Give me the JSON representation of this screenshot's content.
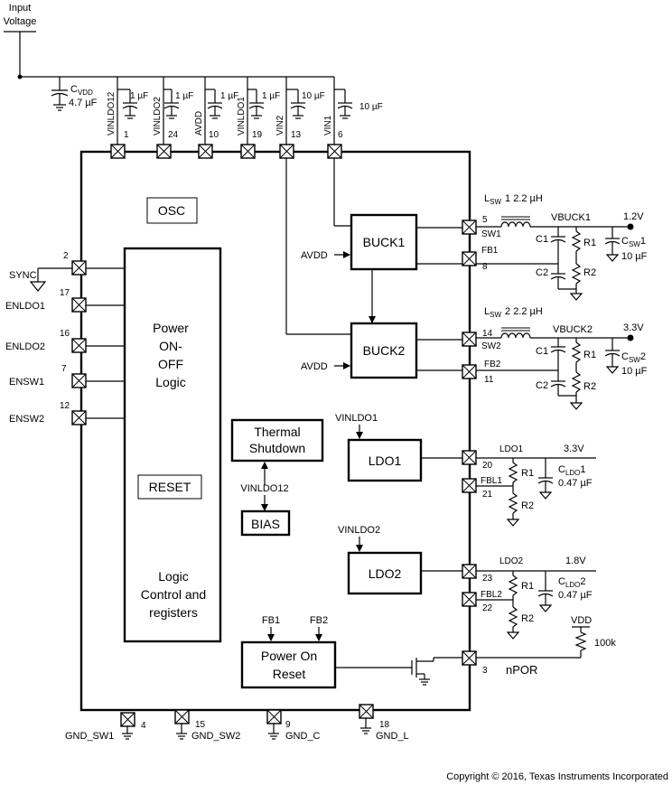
{
  "input": {
    "label_line1": "Input",
    "label_line2": "Voltage"
  },
  "cvdd": {
    "name": "C",
    "sub": "VDD",
    "value": "4.7 µF"
  },
  "top_pins": [
    {
      "name": "VINLDO12",
      "num": "1",
      "cap": "1 µF"
    },
    {
      "name": "VINLDO2",
      "num": "24",
      "cap": "1 µF"
    },
    {
      "name": "AVDD",
      "num": "10",
      "cap": "1 µF"
    },
    {
      "name": "VINLDO1",
      "num": "19",
      "cap": "1 µF"
    },
    {
      "name": "VIN2",
      "num": "13",
      "cap": "10 µF"
    },
    {
      "name": "VIN1",
      "num": "6",
      "cap": "10 µF"
    }
  ],
  "left_pins": [
    {
      "name": "SYNC",
      "num": "2"
    },
    {
      "name": "ENLDO1",
      "num": "17"
    },
    {
      "name": "ENLDO2",
      "num": "16"
    },
    {
      "name": "ENSW1",
      "num": "7"
    },
    {
      "name": "ENSW2",
      "num": "12"
    }
  ],
  "blocks": {
    "osc": "OSC",
    "power_logic": [
      "Power",
      "ON-",
      "OFF",
      "Logic"
    ],
    "reset": "RESET",
    "logic_control": [
      "Logic",
      "Control and",
      "registers"
    ],
    "thermal": [
      "Thermal",
      "Shutdown"
    ],
    "vinldo12": "VINLDO12",
    "bias": "BIAS",
    "buck1": "BUCK1",
    "buck2": "BUCK2",
    "avdd1": "AVDD",
    "avdd2": "AVDD",
    "ldo1": "LDO1",
    "ldo2": "LDO2",
    "vinldo1": "VINLDO1",
    "vinldo2": "VINLDO2",
    "por": [
      "Power On",
      "Reset"
    ],
    "fb1": "FB1",
    "fb2": "FB2"
  },
  "buck1_out": {
    "lsw_name": "L",
    "lsw_sub": "SW",
    "lsw_value": "1 2.2 µH",
    "sw_pin_num": "5",
    "sw_pin_name": "SW1",
    "fb_pin_name": "FB1",
    "fb_pin_num": "8",
    "rail": "VBUCK1",
    "voltage": "1.2V",
    "c1": "C1",
    "c2": "C2",
    "r1": "R1",
    "r2": "R2",
    "cout_name": "C",
    "cout_sub": "SW",
    "cout_idx": "1",
    "cout_value": "10 µF"
  },
  "buck2_out": {
    "lsw_name": "L",
    "lsw_sub": "SW",
    "lsw_value": "2 2.2 µH",
    "sw_pin_num": "14",
    "sw_pin_name": "SW2",
    "fb_pin_name": "FB2",
    "fb_pin_num": "11",
    "rail": "VBUCK2",
    "voltage": "3.3V",
    "c1": "C1",
    "c2": "C2",
    "r1": "R1",
    "r2": "R2",
    "cout_name": "C",
    "cout_sub": "SW",
    "cout_idx": "2",
    "cout_value": "10 µF"
  },
  "ldo1_out": {
    "out_pin": "20",
    "fb_pin": "21",
    "rail": "LDO1",
    "fb_name": "FBL1",
    "voltage": "3.3V",
    "r1": "R1",
    "r2": "R2",
    "c_name": "C",
    "c_sub": "LDO",
    "c_idx": "1",
    "c_value": "0.47 µF"
  },
  "ldo2_out": {
    "out_pin": "23",
    "fb_pin": "22",
    "rail": "LDO2",
    "fb_name": "FBL2",
    "voltage": "1.8V",
    "r1": "R1",
    "r2": "R2",
    "c_name": "C",
    "c_sub": "LDO",
    "c_idx": "2",
    "c_value": "0.47 µF"
  },
  "npor": {
    "pin": "3",
    "name": "nPOR",
    "vdd": "VDD",
    "res": "100k"
  },
  "gnd_pins": [
    {
      "name": "GND_SW1",
      "num": "4"
    },
    {
      "name": "GND_SW2",
      "num": "15"
    },
    {
      "name": "GND_C",
      "num": "9"
    },
    {
      "name": "GND_L",
      "num": "18"
    }
  ],
  "copyright": "Copyright © 2016, Texas Instruments Incorporated"
}
